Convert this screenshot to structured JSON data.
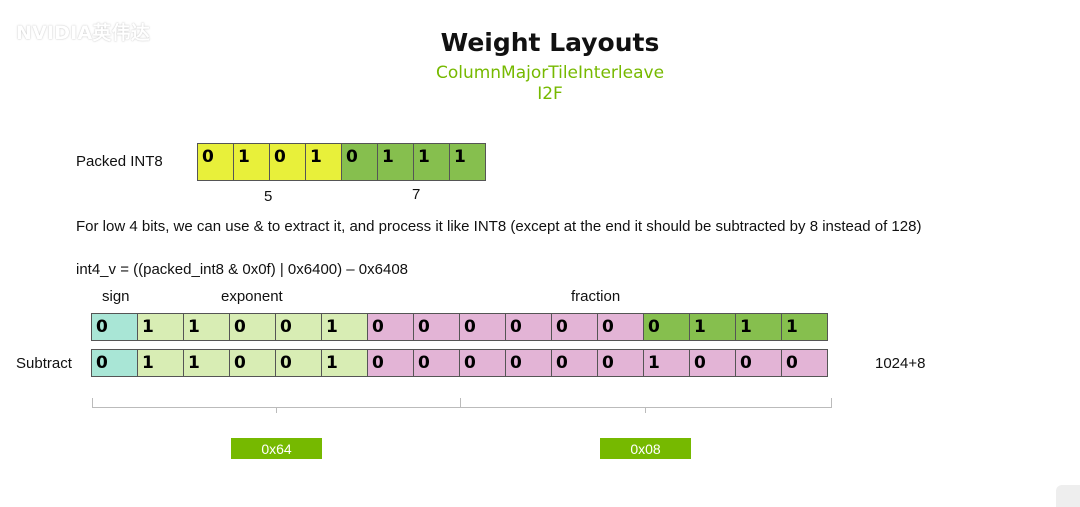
{
  "watermark": "NVIDIA英伟达",
  "title": "Weight Layouts",
  "subtitle1": "ColumnMajorTileInterleave",
  "subtitle2": "I2F",
  "packed": {
    "label": "Packed INT8",
    "bits": [
      "0",
      "1",
      "0",
      "1",
      "0",
      "1",
      "1",
      "1"
    ],
    "colors": [
      "#e8f03a",
      "#e8f03a",
      "#e8f03a",
      "#e8f03a",
      "#86bf4e",
      "#86bf4e",
      "#86bf4e",
      "#86bf4e"
    ],
    "nibble_high": "5",
    "nibble_low": "7"
  },
  "explanation": "For low 4 bits, we can use & to extract it, and process it like INT8 (except at the end it should be subtracted by 8 instead of 128)",
  "formula": "int4_v = ((packed_int8 & 0x0f) | 0x6400) – 0x6408",
  "field_labels": {
    "sign": "sign",
    "exponent": "exponent",
    "fraction": "fraction"
  },
  "row1": {
    "bits": [
      "0",
      "1",
      "1",
      "0",
      "0",
      "1",
      "0",
      "0",
      "0",
      "0",
      "0",
      "0",
      "0",
      "1",
      "1",
      "1"
    ]
  },
  "row2": {
    "label": "Subtract",
    "bits": [
      "0",
      "1",
      "1",
      "0",
      "0",
      "1",
      "0",
      "0",
      "0",
      "0",
      "0",
      "0",
      "1",
      "0",
      "0",
      "0"
    ],
    "note": "1024+8"
  },
  "field_colors": {
    "sign": "#a9e6d6",
    "exponent": "#d8edb4",
    "fraction": "#e3b4d6",
    "low_nibble": "#86bf4e"
  },
  "badges": {
    "high": "0x64",
    "low": "0x08"
  }
}
